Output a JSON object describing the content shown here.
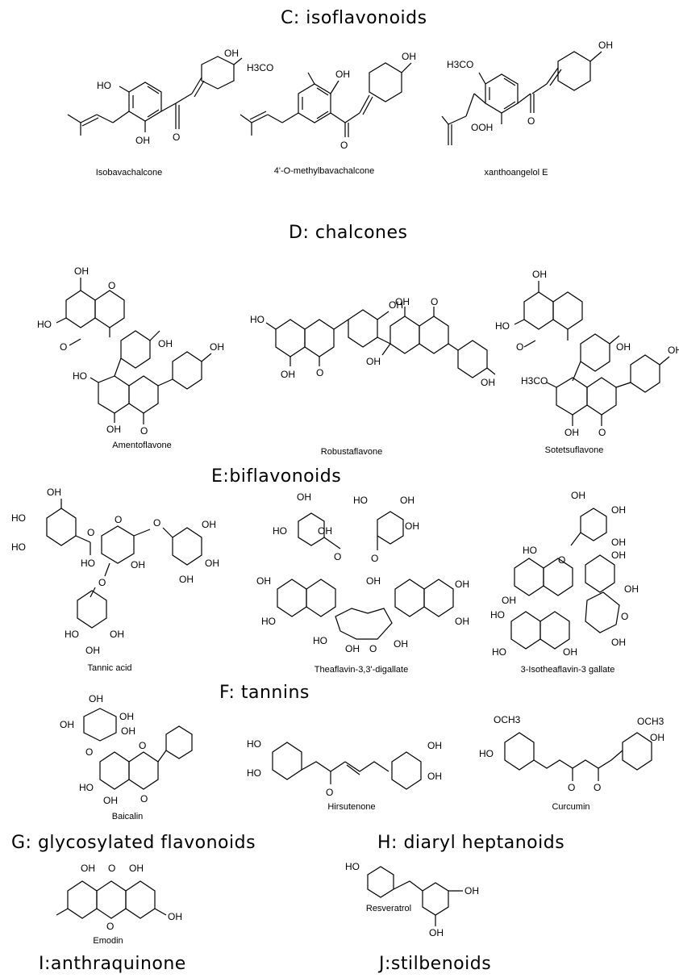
{
  "sections": {
    "c": "C: isoflavonoids",
    "d": "D: chalcones",
    "e": "E:biflavonoids",
    "f": "F: tannins",
    "g": "G: glycosylated flavonoids",
    "h": "H: diaryl heptanoids",
    "i": "I:anthraquinone",
    "j": "J:stilbenoids"
  },
  "compounds": {
    "isobavachalcone": "Isobavachalcone",
    "methylbavachalcone": "4'-O-methylbavachalcone",
    "xanthoangelol": "xanthoangelol E",
    "amentoflavone": "Amentoflavone",
    "robustaflavone": "Robustaflavone",
    "sotetsuflavone": "Sotetsuflavone",
    "tannic_acid": "Tannic acid",
    "theaflavin": "Theaflavin-3,3'-digallate",
    "isotheaflavin": "3-Isotheaflavin-3 gallate",
    "baicalin": "Baicalin",
    "hirsutenone": "Hirsutenone",
    "curcumin": "Curcumin",
    "emodin": "Emodin",
    "resveratrol": "Resveratrol"
  },
  "atoms": {
    "oh": "OH",
    "ho": "HO",
    "o": "O",
    "ooh": "OOH",
    "h3co": "H3CO",
    "och3": "OCH3"
  }
}
